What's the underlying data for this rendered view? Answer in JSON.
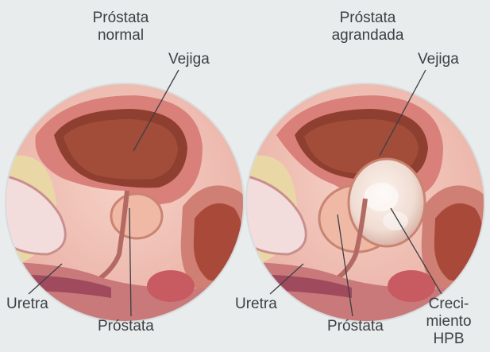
{
  "left_panel": {
    "title_line1": "Próstata",
    "title_line2": "normal",
    "label_bladder": "Vejiga",
    "label_urethra": "Uretra",
    "label_prostate": "Próstata"
  },
  "right_panel": {
    "title_line1": "Próstata",
    "title_line2": "agrandada",
    "label_bladder": "Vejiga",
    "label_urethra": "Uretra",
    "label_prostate": "Próstata",
    "label_growth_line1": "Creci-",
    "label_growth_line2": "miento",
    "label_growth_line3": "HPB"
  },
  "colors": {
    "background": "#e9ecec",
    "text": "#3c3f44",
    "tissue_pink": "#e9a09a",
    "bladder_wall": "#c96a66",
    "bladder_inner": "#8a3a2a",
    "leader_line": "#3c3f44"
  }
}
